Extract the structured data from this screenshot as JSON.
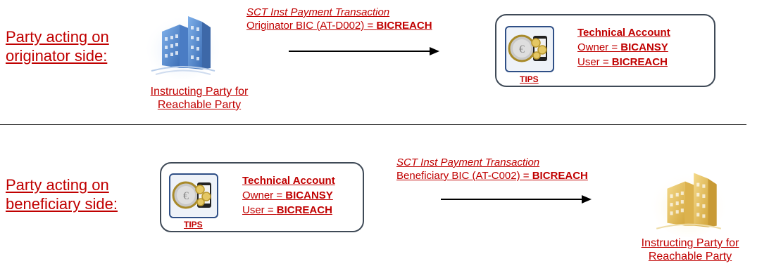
{
  "top": {
    "side_label_line1": "Party acting on",
    "side_label_line2": "originator side:",
    "party_label_line1": "Instructing Party for",
    "party_label_line2": "Reachable Party",
    "tx_title": "SCT Inst Payment Transaction",
    "tx_bic_prefix": "Originator BIC (AT-D002) = ",
    "tx_bic_value": "BICREACH",
    "account": {
      "title": "Technical Account",
      "owner_prefix": "Owner = ",
      "owner_value": "BICANSY",
      "user_prefix": "User = ",
      "user_value": "BICREACH",
      "tips_label": "TIPS"
    }
  },
  "bottom": {
    "side_label_line1": "Party acting on",
    "side_label_line2": "beneficiary side:",
    "party_label_line1": "Instructing Party for",
    "party_label_line2": "Reachable Party",
    "tx_title": "SCT Inst Payment Transaction",
    "tx_bic_prefix": "Beneficiary BIC (AT-C002) = ",
    "tx_bic_value": "BICREACH",
    "account": {
      "title": "Technical Account",
      "owner_prefix": "Owner = ",
      "owner_value": "BICANSY",
      "user_prefix": "User = ",
      "user_value": "BICREACH",
      "tips_label": "TIPS"
    }
  },
  "colors": {
    "text_red": "#c00000",
    "box_border": "#3f4a57",
    "building_blue": "#5b8fd1",
    "building_gold": "#e8c25a"
  },
  "icons": {
    "building_top": "building-icon-blue",
    "building_bottom": "building-icon-gold",
    "tips": "tips-euro-phone-icon"
  }
}
